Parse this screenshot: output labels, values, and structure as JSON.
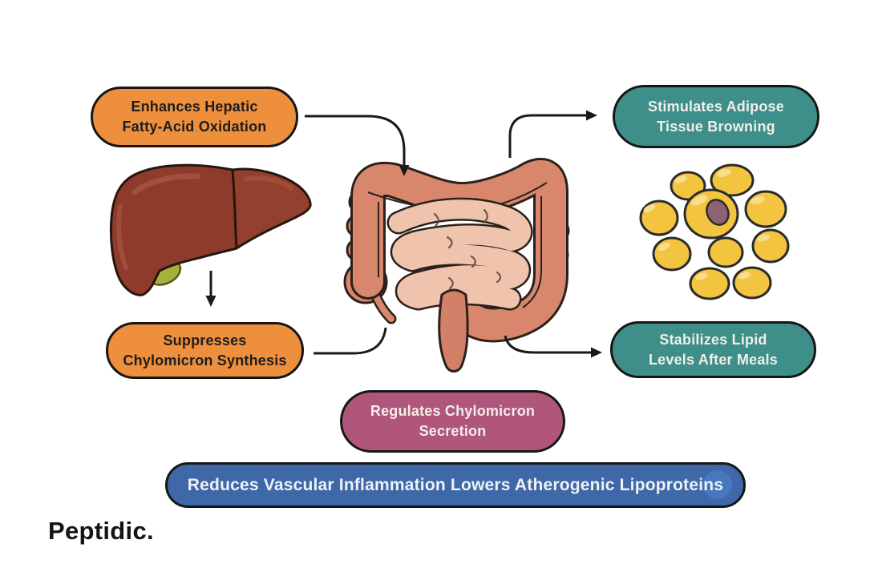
{
  "boxes": {
    "enhances": {
      "lines": [
        "Enhances Hepatic",
        "Fatty-Acid Oxidation"
      ],
      "bg_color": "#EE8F3D",
      "text_color": "#1D1D1D"
    },
    "stimulates": {
      "lines": [
        "Stimulates Adipose",
        "Tissue Browning"
      ],
      "bg_color": "#3E8F8A",
      "text_color": "#F2EEE8"
    },
    "suppresses": {
      "lines": [
        "Suppresses",
        "Chylomicron Synthesis"
      ],
      "bg_color": "#EE8F3D",
      "text_color": "#1D1D1D"
    },
    "stabilizes": {
      "lines": [
        "Stabilizes Lipid",
        "Levels After Meals"
      ],
      "bg_color": "#3E8F8A",
      "text_color": "#F2EEE8"
    },
    "regulates": {
      "lines": [
        "Regulates Chylomicron",
        "Secretion"
      ],
      "bg_color": "#B0567A",
      "text_color": "#F4EEEA"
    },
    "reduces": {
      "lines": [
        "Reduces Vascular Inflammation Lowers Atherogenic Lipoproteins"
      ],
      "bg_color": "#3E68A7",
      "text_color": "#EFF2F7"
    }
  },
  "illustrations": {
    "liver": {
      "name": "liver",
      "body_color": "#8E3B2C",
      "gallbladder_color": "#A6B23C"
    },
    "intestines": {
      "name": "intestines",
      "colon_color": "#D8876C",
      "small_intestine_color": "#EFC3AC"
    },
    "adipose": {
      "name": "adipose-tissue-cells",
      "cell_color": "#F3C440",
      "nucleus_color": "#8D6274"
    }
  },
  "connections": [
    {
      "from": "enhances-hepatic-fatty-acid-oxidation",
      "to": "intestines"
    },
    {
      "from": "intestines",
      "to": "stimulates-adipose-tissue-browning"
    },
    {
      "from": "liver",
      "to": "suppresses-chylomicron-synthesis"
    },
    {
      "from": "suppresses-chylomicron-synthesis",
      "to": "intestines"
    },
    {
      "from": "intestines",
      "to": "stabilizes-lipid-levels-after-meals"
    }
  ],
  "brand": {
    "logo_text": "Peptidic."
  },
  "colors": {
    "background": "#FFFFFF",
    "outline": "#1A1A1A"
  }
}
